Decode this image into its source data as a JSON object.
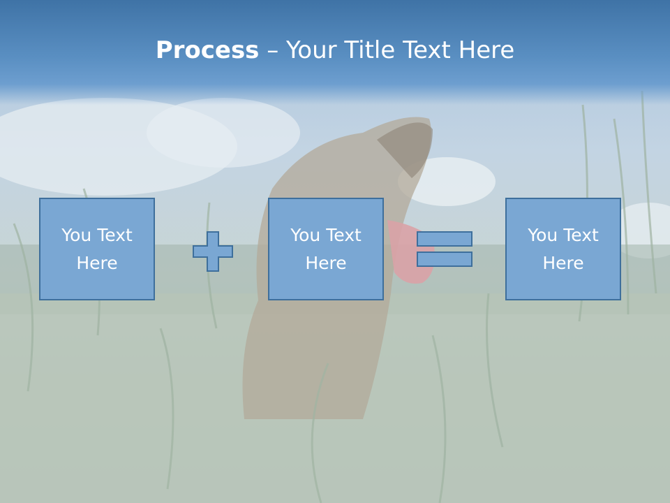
{
  "title": {
    "bold": "Process",
    "rest": " – Your Title Text Here"
  },
  "boxes": [
    {
      "text": "You Text Here"
    },
    {
      "text": "You Text Here"
    },
    {
      "text": "You Text Here"
    }
  ],
  "icons": {
    "plus": "plus-icon",
    "equals": "equals-icon"
  },
  "colors": {
    "title_bar": "#4a80b5",
    "box_fill": "#7aa7d3",
    "box_border": "#3e6f9c",
    "text": "#ffffff"
  }
}
